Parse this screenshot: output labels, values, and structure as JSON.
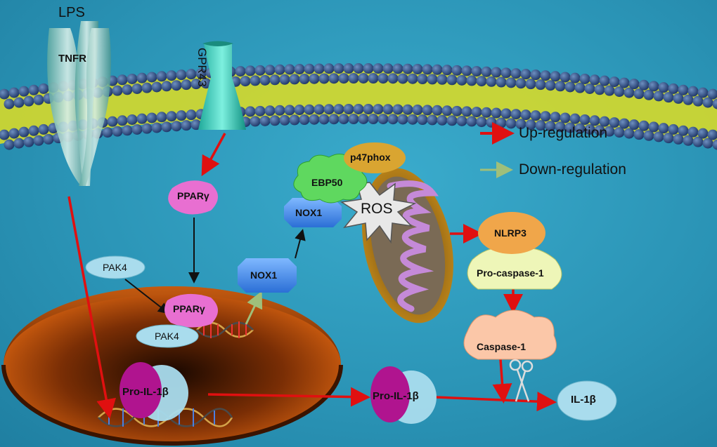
{
  "labels": {
    "lps": "LPS",
    "tnfr": "TNFR",
    "gpr43": "GPR43",
    "ppar_top": "PPARγ",
    "ppar_nuc": "PPARγ",
    "pak4_out": "PAK4",
    "pak4_nuc": "PAK4",
    "nox1_lower": "NOX1",
    "nox1_upper": "NOX1",
    "ebp50": "EBP50",
    "p47phox": "p47phox",
    "ros": "ROS",
    "nlrp3": "NLRP3",
    "pro_caspase": "Pro-caspase-1",
    "caspase": "Caspase-1",
    "pro_il_nuc": "Pro-IL-1β",
    "pro_il_cyto": "Pro-IL-1β",
    "il1b": "IL-1β"
  },
  "legend": {
    "up": "Up-regulation",
    "down": "Down-regulation"
  },
  "colors": {
    "up_arrow": "#e01010",
    "down_arrow": "#9fbf7a",
    "background": "#2f9fc1",
    "ppar": "#e86fd1",
    "nox1": "#3f8ee8",
    "ebp50": "#5fd85f",
    "p47phox": "#d9a531",
    "nlrp3": "#f0a64a",
    "caspase": "#fbc7a8",
    "pro_il": "#b0148f",
    "pak4": "#a9dced"
  }
}
